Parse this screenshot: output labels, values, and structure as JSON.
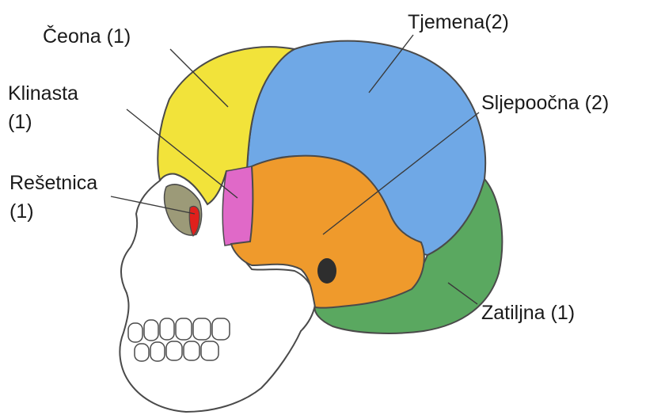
{
  "labels": {
    "frontal": "Čeona (1)",
    "parietal": "Tjemena(2)",
    "sphenoid_line1": "Klinasta",
    "sphenoid_line2": "(1)",
    "temporal": "Sljepoočna (2)",
    "ethmoid_line1": "Rešetnica",
    "ethmoid_line2": "(1)",
    "occipital": "Zatiljna (1)"
  },
  "colors": {
    "frontal": "#f2e33a",
    "parietal": "#6fa8e6",
    "sphenoid": "#e069c8",
    "temporal": "#ef9a2c",
    "ethmoid": "#e0201c",
    "occipital": "#5aa860",
    "face": "#ffffff",
    "outline": "#4a4a4a"
  }
}
